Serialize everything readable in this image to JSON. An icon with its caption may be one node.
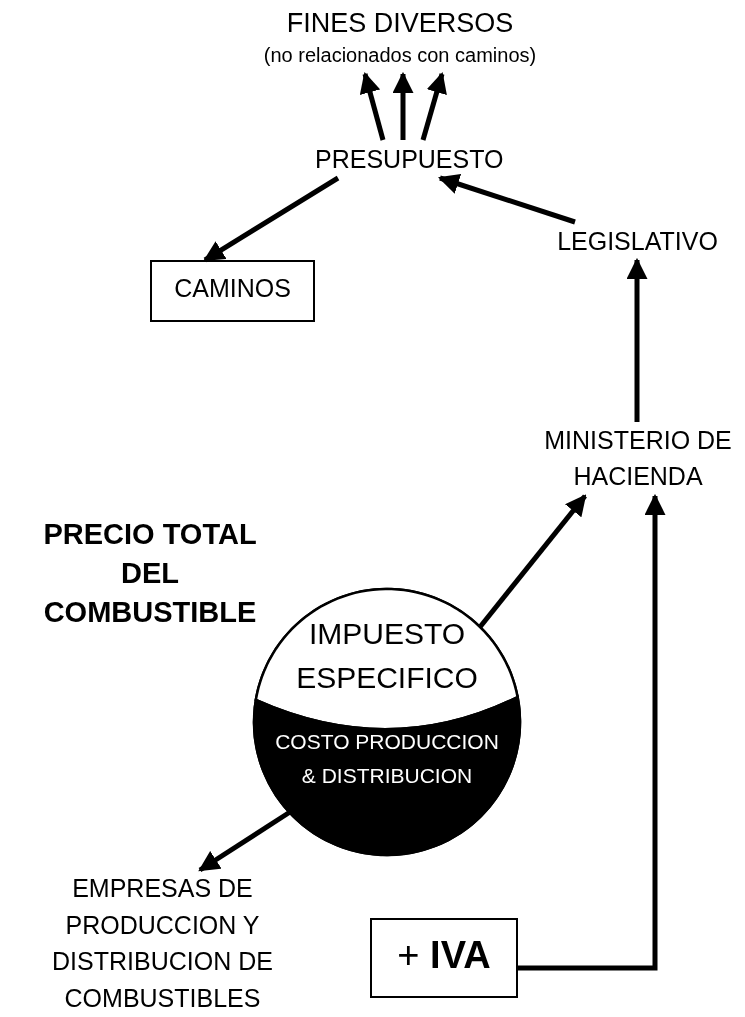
{
  "diagram": {
    "nodes": [
      {
        "text": [
          "FINES DIVERSOS",
          "(no relacionados con caminos)"
        ]
      },
      {
        "text": [
          "PRESUPUESTO"
        ]
      },
      {
        "text": [
          "LEGISLATIVO"
        ]
      },
      {
        "text": [
          "CAMINOS"
        ]
      },
      {
        "text": [
          "MINISTERIO DE HACIENDA"
        ]
      },
      {
        "text": [
          "PRECIO TOTAL DEL COMBUSTIBLE"
        ]
      },
      {
        "text": [
          "IMPUESTO ESPECIFICO"
        ],
        "in": 5
      },
      {
        "text": [
          "COSTO PRODUCCION & DISTRIBUCION"
        ],
        "in": 5
      },
      {
        "text": [
          "EMPRESAS DE PRODUCCION Y DISTRIBUCION DE COMBUSTIBLES"
        ]
      },
      {
        "text": [
          "+ **IVA**"
        ]
      }
    ],
    "edges": [
      {
        "from": 1,
        "to": 0,
        "arrow": "to"
      },
      {
        "from": 1,
        "to": 0,
        "arrow": "to"
      },
      {
        "from": 1,
        "to": 0,
        "arrow": "to"
      },
      {
        "from": 1,
        "to": 3,
        "arrow": "to"
      },
      {
        "from": 2,
        "to": 1,
        "arrow": "to"
      },
      {
        "from": 4,
        "to": 2,
        "arrow": "to"
      },
      {
        "from": 6,
        "to": 4,
        "arrow": "to"
      },
      {
        "from": 9,
        "to": 4,
        "arrow": "to"
      },
      {
        "from": 7,
        "to": 8,
        "arrow": "to"
      }
    ]
  }
}
